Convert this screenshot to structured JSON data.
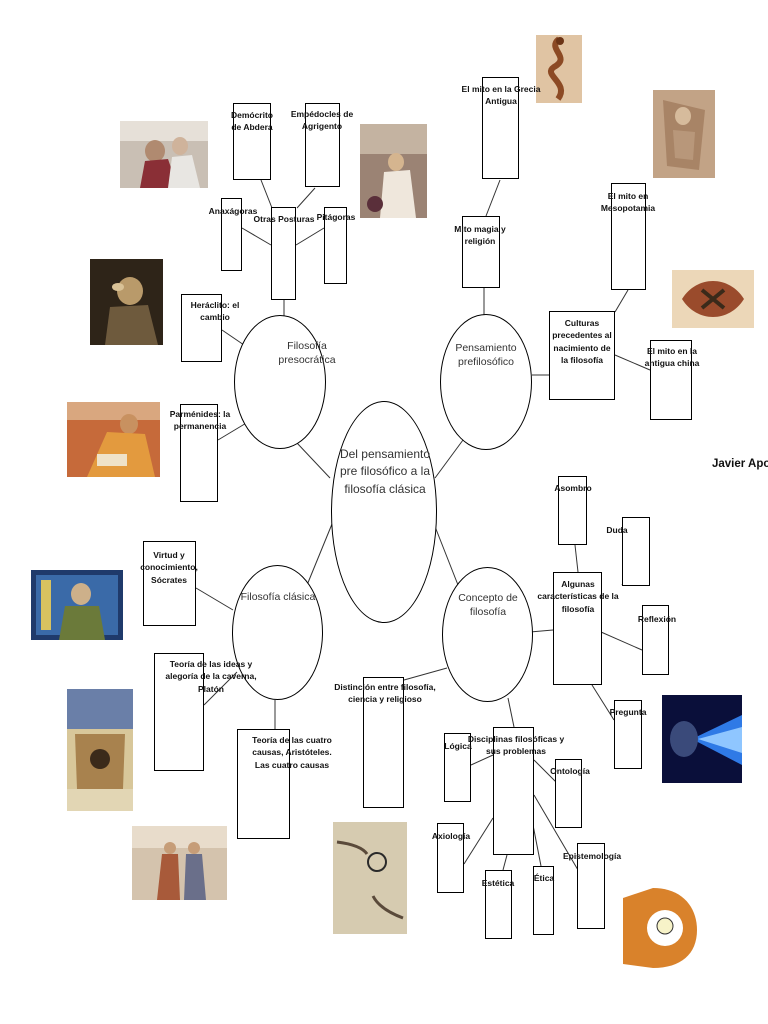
{
  "center": {
    "title": "Del pensamiento pre filosófico a la filosofía clásica"
  },
  "author": "Javier Apo",
  "branches": {
    "presocratica": "Filosofía presocrática",
    "prefilosofico": "Pensamiento prefilosófico",
    "clasica": "Filosofía clásica",
    "concepto": "Concepto de filosofía"
  },
  "labels": {
    "democrito": "Demócrito de Abdera",
    "empedocles": "Empédocles de Agrigento",
    "anaxagoras": "Anaxágoras",
    "otras_posturas": "Otras Posturas",
    "pitagoras": "Pitágoras",
    "heraclito": "Heráclito: el cambio",
    "parmenides": "Parménides: la permanencia",
    "mito_grecia": "El mito en la Grecia Antigua",
    "mito_magia": "Mito magia y religión",
    "mito_mesopotamia": "El mito en Mesopotamia",
    "culturas": "Culturas precedentes al nacimiento de la filosofía",
    "mito_china": "El mito en la antigua china",
    "virtud": "Virtud y conocimiento, Sócrates",
    "teoria_ideas": "Teoría de las ideas y alegoría de la caverna, Platón",
    "cuatro_causas": "Teoría de las cuatro causas, Aristóteles. Las cuatro causas",
    "distincion": "Distinción entre filosofía, ciencia y religioso",
    "asombro": "Asombro",
    "duda": "Duda",
    "algunas_caracteristicas": "Algunas características de la filosofía",
    "reflexion": "Reflexión",
    "pregunta": "Pregunta",
    "disciplinas": "Disciplinas filosóficas y sus problemas",
    "logica": "Lógica",
    "ontologia": "Ontología",
    "axiologia": "Axiología",
    "epistemologia": "Epistemología",
    "estetica": "Estética",
    "etica": "Ética"
  }
}
